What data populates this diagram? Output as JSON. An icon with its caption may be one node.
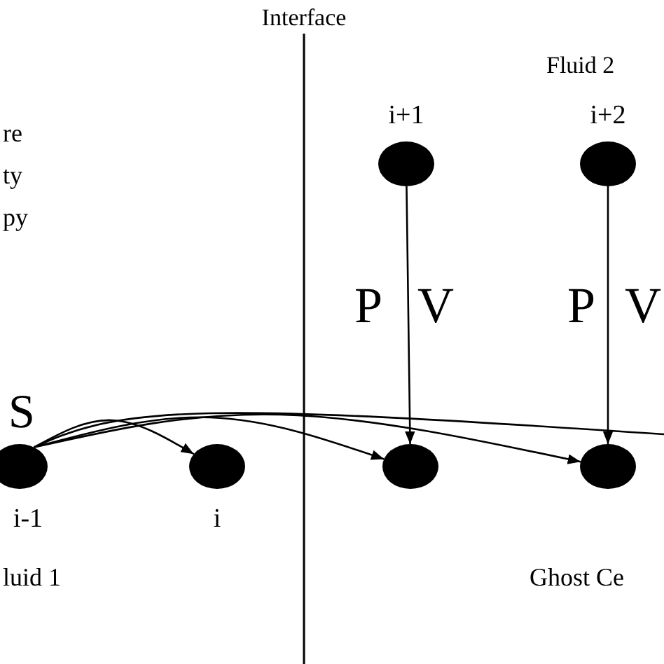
{
  "diagram": {
    "nodes": [
      {
        "text": [],
        "shape": "circle",
        "beside": [
          "i+1"
        ]
      },
      {
        "text": [],
        "shape": "circle",
        "beside": [
          "i+2"
        ]
      },
      {
        "text": [],
        "shape": "circle",
        "beside": [
          "i-1"
        ]
      },
      {
        "text": [],
        "shape": "circle",
        "beside": [
          "i"
        ]
      },
      {
        "text": [],
        "shape": "circle"
      },
      {
        "text": [],
        "shape": "circle"
      }
    ],
    "edges": [
      {
        "from": 0,
        "to": 4,
        "arrow": "to"
      },
      {
        "from": 1,
        "to": 5,
        "arrow": "to"
      },
      {
        "from": 2,
        "to": 3,
        "arrow": "to"
      },
      {
        "from": 2,
        "to": 4,
        "arrow": "to"
      },
      {
        "from": 2,
        "to": 5,
        "arrow": "to"
      },
      {
        "from": 2,
        "to": null,
        "arrow": "none"
      }
    ],
    "labels": [
      "Interface",
      "Fluid 2",
      "re",
      "ty",
      "py",
      "P",
      "V",
      "P",
      "V",
      "S",
      "luid 1",
      "Ghost Ce"
    ]
  }
}
